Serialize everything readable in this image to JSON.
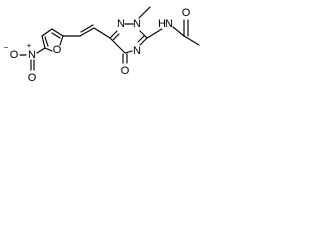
{
  "structure": {
    "atoms": {
      "n_ring_1": "N",
      "n_ring_2": "N",
      "n_ring_3": "N",
      "n_amide": "N",
      "h_amide": "H",
      "o_amide": "O",
      "o_ring": "O",
      "o_furan": "O",
      "n_nitro": "N",
      "o_nitro_1": "O",
      "o_nitro_2": "O"
    },
    "charges": {
      "nitro_n": "+",
      "nitro_o": "−"
    }
  }
}
